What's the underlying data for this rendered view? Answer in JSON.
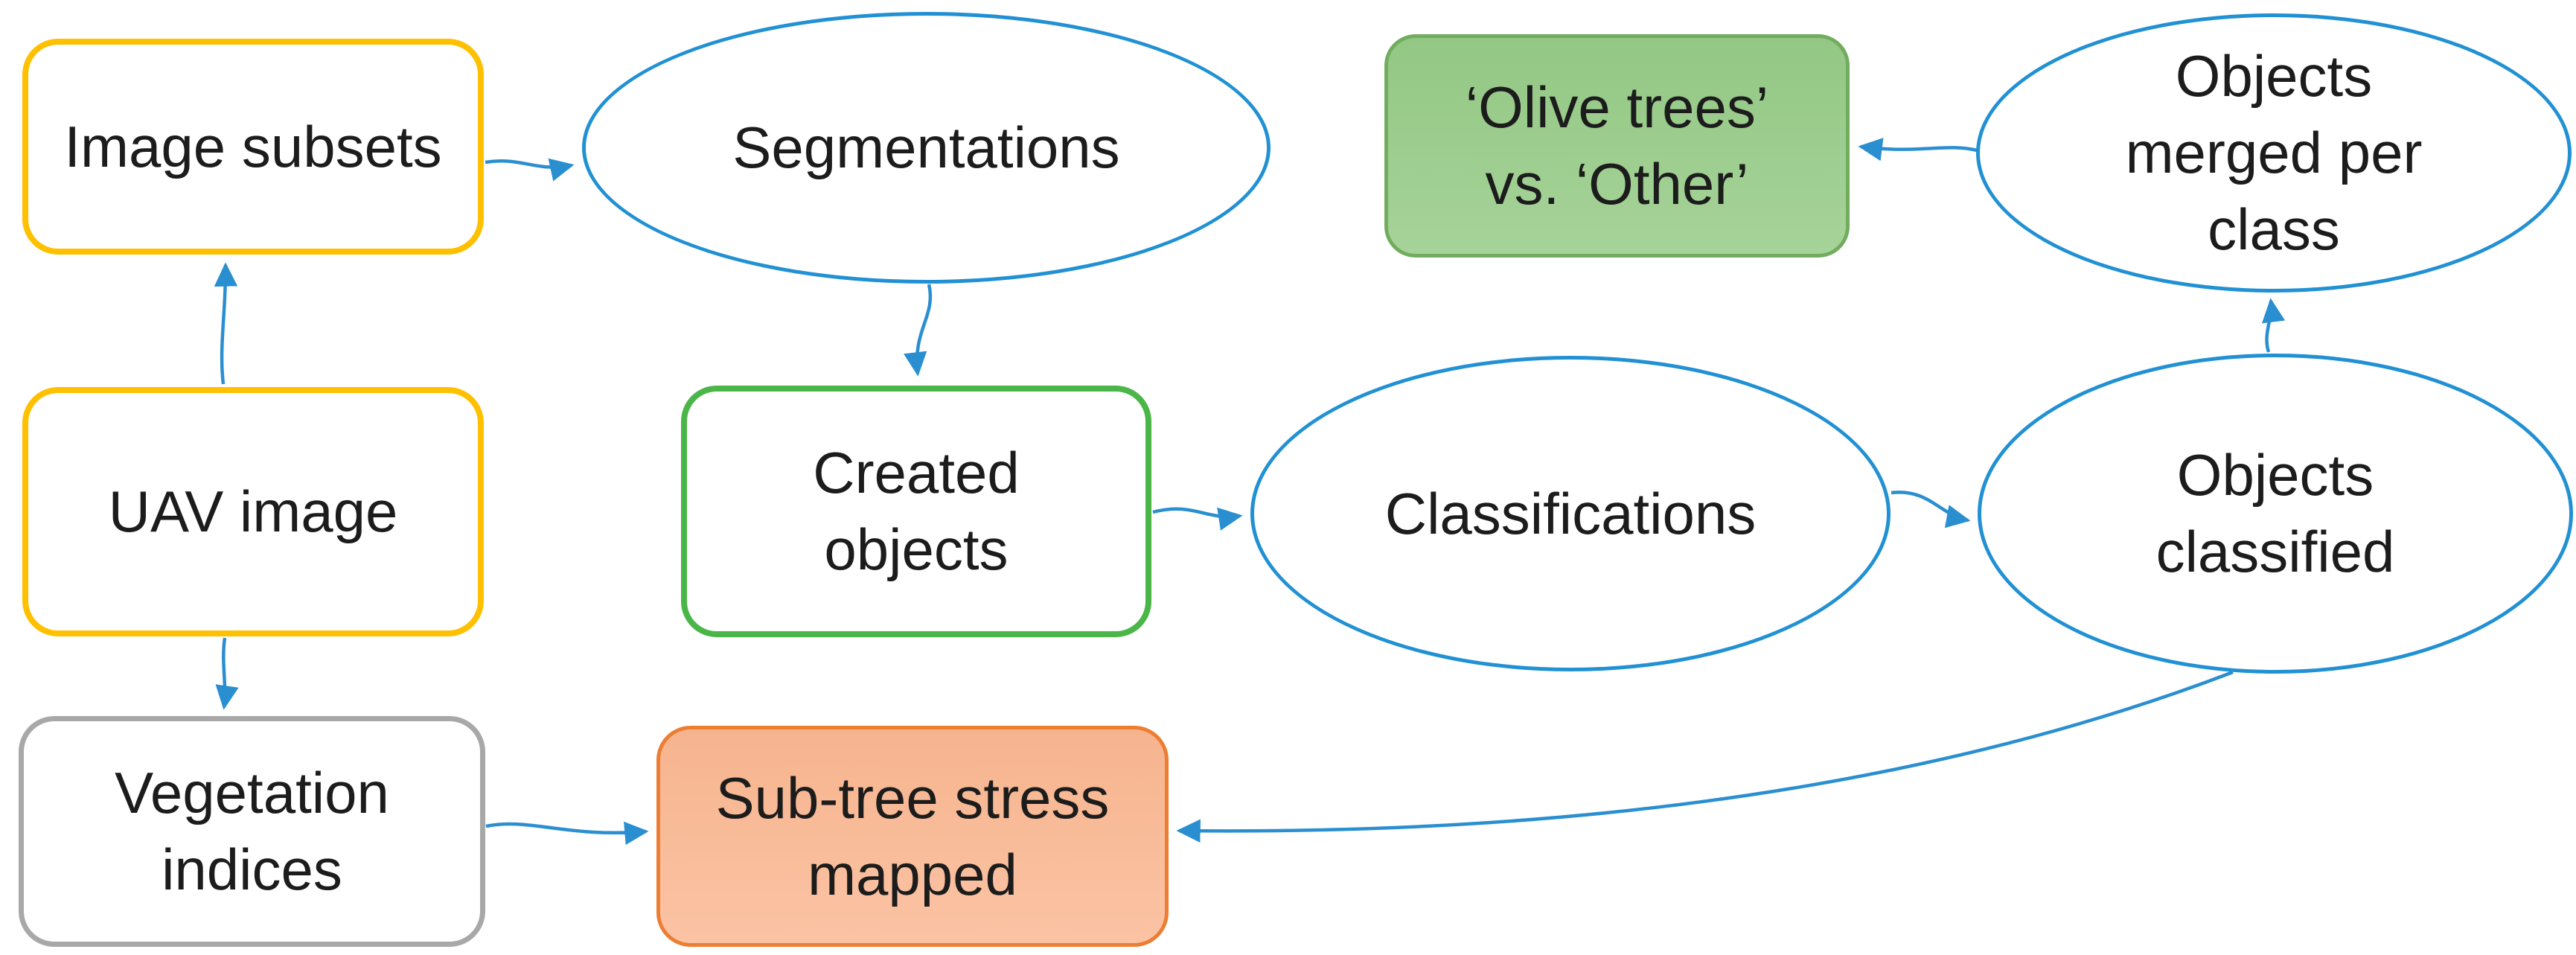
{
  "diagram": {
    "title": "UAV olive-tree image processing workflow",
    "nodes": {
      "image_subsets": {
        "label": "Image subsets",
        "shape": "rounded-rect",
        "border_color": "#ffc000"
      },
      "segmentations": {
        "label": "Segmentations",
        "shape": "ellipse",
        "border_color": "#2191d4"
      },
      "olive_vs_other": {
        "label": "‘Olive trees’\nvs. ‘Other’",
        "shape": "rounded-rect",
        "border_color": "#72ac5e",
        "fill_color": "#9dcc90"
      },
      "objects_merged": {
        "label": "Objects\nmerged per\nclass",
        "shape": "ellipse",
        "border_color": "#2191d4"
      },
      "uav_image": {
        "label": "UAV image",
        "shape": "rounded-rect",
        "border_color": "#ffc000"
      },
      "created_objects": {
        "label": "Created\nobjects",
        "shape": "rounded-rect",
        "border_color": "#4bb648"
      },
      "classifications": {
        "label": "Classifications",
        "shape": "ellipse",
        "border_color": "#2191d4"
      },
      "objects_classified": {
        "label": "Objects\nclassified",
        "shape": "ellipse",
        "border_color": "#2191d4"
      },
      "vegetation_indices": {
        "label": "Vegetation\nindices",
        "shape": "rounded-rect",
        "border_color": "#a8a8a8"
      },
      "subtree_stress": {
        "label": "Sub-tree stress\nmapped",
        "shape": "rounded-rect",
        "border_color": "#ed7d31",
        "fill_color": "#f9bd9c"
      }
    },
    "edges": [
      {
        "from": "UAV image",
        "to": "Image subsets"
      },
      {
        "from": "Image subsets",
        "to": "Segmentations"
      },
      {
        "from": "Segmentations",
        "to": "Created objects"
      },
      {
        "from": "Created objects",
        "to": "Classifications"
      },
      {
        "from": "Classifications",
        "to": "Objects classified"
      },
      {
        "from": "Objects classified",
        "to": "Objects merged per class"
      },
      {
        "from": "Objects merged per class",
        "to": "‘Olive trees’ vs. ‘Other’"
      },
      {
        "from": "UAV image",
        "to": "Vegetation indices"
      },
      {
        "from": "Vegetation indices",
        "to": "Sub-tree stress mapped"
      },
      {
        "from": "Objects classified",
        "to": "Sub-tree stress mapped"
      }
    ],
    "colors": {
      "arrow_blue": "#2a8fd0",
      "ellipse_blue": "#2191d4",
      "box_yellow": "#ffc000",
      "box_green_border": "#4bb648",
      "olive_border": "#72ac5e",
      "olive_fill_top": "#93c784",
      "olive_fill_bottom": "#a6d399",
      "orange_border": "#ed7d31",
      "orange_fill_top": "#f6b48e",
      "orange_fill_bottom": "#fbc3a4",
      "gray_border": "#a8a8a8",
      "text": "#1c1c1c",
      "background": "#ffffff"
    }
  }
}
